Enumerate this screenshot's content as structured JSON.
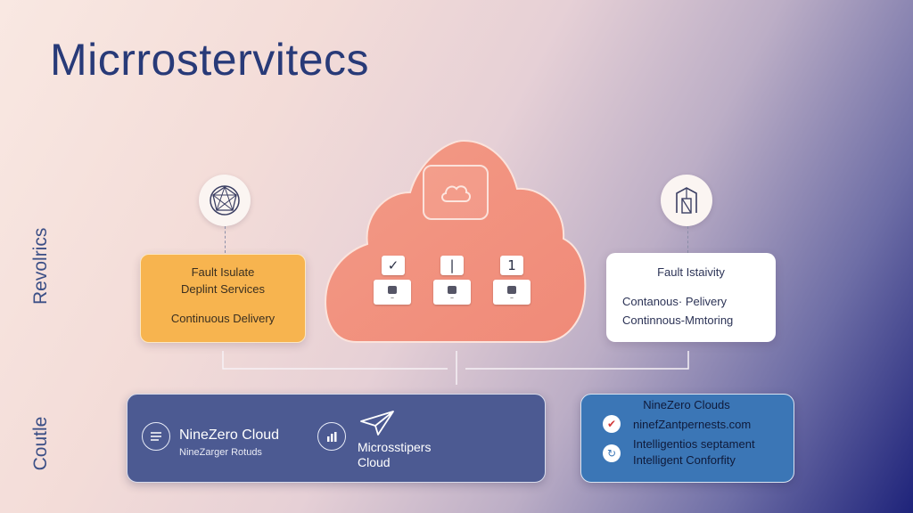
{
  "title": "Micrrostervitecs",
  "side_labels": {
    "top": "Revolrics",
    "bottom": "Coutle"
  },
  "left_card": {
    "line1": "Fault Isulate",
    "line2": "Deplint Services",
    "line3": "Continuous Delivery"
  },
  "right_card": {
    "line1": "Fault Istaivity",
    "line2": "Contanous· Pelivery",
    "line3": "Continnous-Mmtoring"
  },
  "cloud": {
    "checks": [
      "✓",
      "|",
      "1"
    ]
  },
  "bottom_left": {
    "item1_title": "NineZero Cloud",
    "item1_sub": "NineZarger Rotuds",
    "item2_title": "Microsstipers",
    "item2_sub": "Cloud"
  },
  "bottom_right": {
    "title": "NineZero Clouds",
    "line1": "ninefZantpernests.com",
    "line2": "Intelligentios septament",
    "line3": "Intelligent Conforfity"
  },
  "icons": [
    "network-icon",
    "building-icon",
    "cloud-icon",
    "menu-icon",
    "chart-icon",
    "paper-plane-icon",
    "check-icon",
    "refresh-icon"
  ],
  "colors": {
    "title": "#283a78",
    "left_card": "#f7b44f",
    "cloud": "#f3907c",
    "panel_left": "#4c5a92",
    "panel_right": "#3b76b6"
  }
}
